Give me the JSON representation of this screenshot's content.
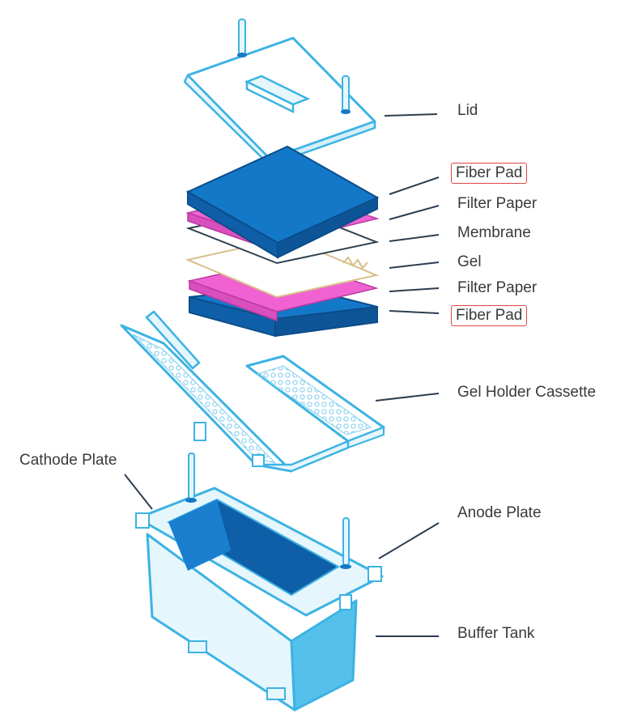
{
  "labels": {
    "lid": "Lid",
    "fiber_pad_top": "Fiber Pad",
    "filter_paper_top": "Filter Paper",
    "membrane": "Membrane",
    "gel": "Gel",
    "filter_paper_bottom": "Filter Paper",
    "fiber_pad_bottom": "Fiber Pad",
    "gel_holder_cassette": "Gel Holder Cassette",
    "cathode_plate": "Cathode Plate",
    "anode_plate": "Anode Plate",
    "buffer_tank": "Buffer Tank"
  },
  "highlighted_labels": [
    "fiber_pad_top",
    "fiber_pad_bottom"
  ],
  "colors": {
    "outline": "#3cb3e3",
    "light_fill": "#e6f6fd",
    "fiber_pad": "#1478c8",
    "fiber_pad_edge": "#0b4d8a",
    "filter_paper": "#f062d2",
    "gel_outline": "#d9bf8a",
    "membrane_outline": "#2d4250",
    "leader_line": "#2c3e50",
    "highlight_box": "#e04545",
    "label_text": "#3a3a3a"
  }
}
